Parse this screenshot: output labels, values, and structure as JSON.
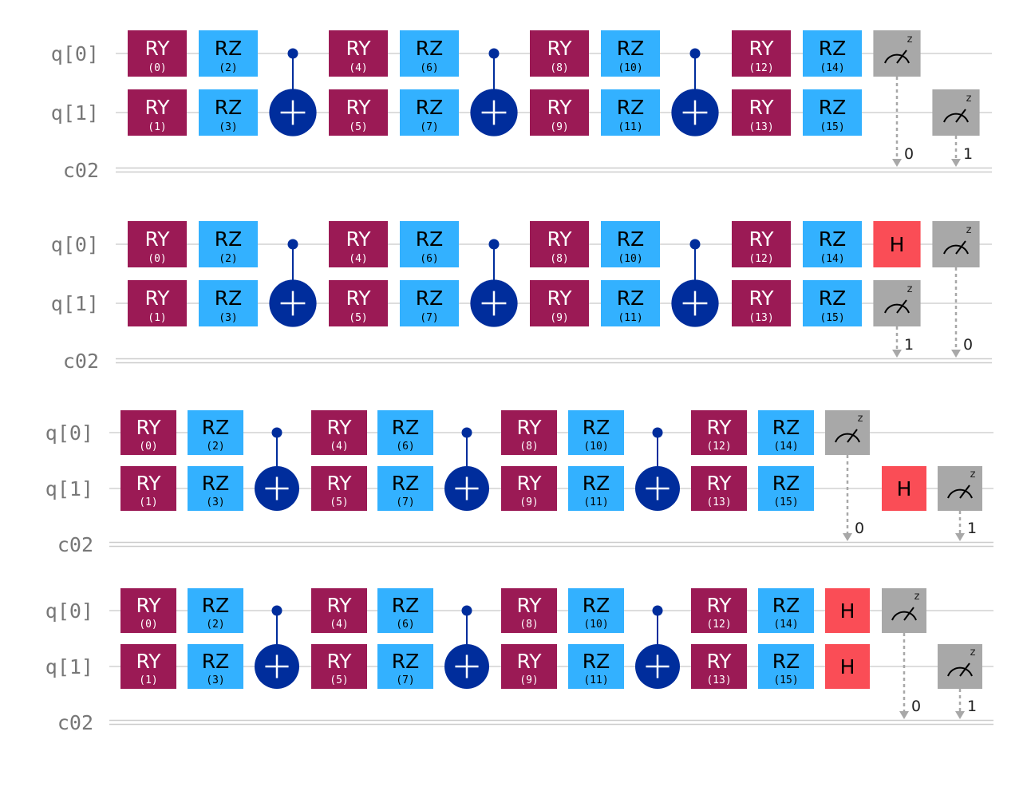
{
  "colors": {
    "ry": "#9b1a55",
    "rz": "#33b1ff",
    "cnot": "#002d9c",
    "h": "#fa4d56",
    "measure": "#a8a8a8",
    "wire": "#dddddd",
    "classical": "#cccccc",
    "gate_text_light": "#ffffff",
    "gate_text_dark": "#000000"
  },
  "icons": {
    "measure": "meter-icon",
    "target": "cnot-target-icon"
  },
  "circuits": [
    {
      "wires": [
        "q[0]",
        "q[1]",
        "c02"
      ],
      "layers": [
        [
          {
            "type": "RY",
            "param": "(0)"
          },
          {
            "type": "RY",
            "param": "(1)"
          }
        ],
        [
          {
            "type": "RZ",
            "param": "(2)"
          },
          {
            "type": "RZ",
            "param": "(3)"
          }
        ],
        [
          {
            "type": "CX"
          }
        ],
        [
          {
            "type": "RY",
            "param": "(4)"
          },
          {
            "type": "RY",
            "param": "(5)"
          }
        ],
        [
          {
            "type": "RZ",
            "param": "(6)"
          },
          {
            "type": "RZ",
            "param": "(7)"
          }
        ],
        [
          {
            "type": "CX"
          }
        ],
        [
          {
            "type": "RY",
            "param": "(8)"
          },
          {
            "type": "RY",
            "param": "(9)"
          }
        ],
        [
          {
            "type": "RZ",
            "param": "(10)"
          },
          {
            "type": "RZ",
            "param": "(11)"
          }
        ],
        [
          {
            "type": "CX"
          }
        ],
        [
          {
            "type": "RY",
            "param": "(12)"
          },
          {
            "type": "RY",
            "param": "(13)"
          }
        ],
        [
          {
            "type": "RZ",
            "param": "(14)"
          },
          {
            "type": "RZ",
            "param": "(15)"
          }
        ],
        [
          {
            "type": "M",
            "qubit": 0,
            "bit": "0"
          }
        ],
        [
          {
            "type": "M",
            "qubit": 1,
            "bit": "1"
          }
        ]
      ]
    },
    {
      "wires": [
        "q[0]",
        "q[1]",
        "c02"
      ],
      "layers": [
        [
          {
            "type": "RY",
            "param": "(0)"
          },
          {
            "type": "RY",
            "param": "(1)"
          }
        ],
        [
          {
            "type": "RZ",
            "param": "(2)"
          },
          {
            "type": "RZ",
            "param": "(3)"
          }
        ],
        [
          {
            "type": "CX"
          }
        ],
        [
          {
            "type": "RY",
            "param": "(4)"
          },
          {
            "type": "RY",
            "param": "(5)"
          }
        ],
        [
          {
            "type": "RZ",
            "param": "(6)"
          },
          {
            "type": "RZ",
            "param": "(7)"
          }
        ],
        [
          {
            "type": "CX"
          }
        ],
        [
          {
            "type": "RY",
            "param": "(8)"
          },
          {
            "type": "RY",
            "param": "(9)"
          }
        ],
        [
          {
            "type": "RZ",
            "param": "(10)"
          },
          {
            "type": "RZ",
            "param": "(11)"
          }
        ],
        [
          {
            "type": "CX"
          }
        ],
        [
          {
            "type": "RY",
            "param": "(12)"
          },
          {
            "type": "RY",
            "param": "(13)"
          }
        ],
        [
          {
            "type": "RZ",
            "param": "(14)"
          },
          {
            "type": "RZ",
            "param": "(15)"
          }
        ],
        [
          {
            "type": "H",
            "qubit": 0
          },
          {
            "type": "M",
            "qubit": 1,
            "bit": "1"
          }
        ],
        [
          {
            "type": "M",
            "qubit": 0,
            "bit": "0"
          }
        ]
      ]
    },
    {
      "wires": [
        "q[0]",
        "q[1]",
        "c02"
      ],
      "layers": [
        [
          {
            "type": "RY",
            "param": "(0)"
          },
          {
            "type": "RY",
            "param": "(1)"
          }
        ],
        [
          {
            "type": "RZ",
            "param": "(2)"
          },
          {
            "type": "RZ",
            "param": "(3)"
          }
        ],
        [
          {
            "type": "CX"
          }
        ],
        [
          {
            "type": "RY",
            "param": "(4)"
          },
          {
            "type": "RY",
            "param": "(5)"
          }
        ],
        [
          {
            "type": "RZ",
            "param": "(6)"
          },
          {
            "type": "RZ",
            "param": "(7)"
          }
        ],
        [
          {
            "type": "CX"
          }
        ],
        [
          {
            "type": "RY",
            "param": "(8)"
          },
          {
            "type": "RY",
            "param": "(9)"
          }
        ],
        [
          {
            "type": "RZ",
            "param": "(10)"
          },
          {
            "type": "RZ",
            "param": "(11)"
          }
        ],
        [
          {
            "type": "CX"
          }
        ],
        [
          {
            "type": "RY",
            "param": "(12)"
          },
          {
            "type": "RY",
            "param": "(13)"
          }
        ],
        [
          {
            "type": "RZ",
            "param": "(14)"
          },
          {
            "type": "RZ",
            "param": "(15)"
          }
        ],
        [
          {
            "type": "M",
            "qubit": 0,
            "bit": "0"
          }
        ],
        [
          {
            "type": "H",
            "qubit": 1
          }
        ],
        [
          {
            "type": "M",
            "qubit": 1,
            "bit": "1"
          }
        ]
      ]
    },
    {
      "wires": [
        "q[0]",
        "q[1]",
        "c02"
      ],
      "layers": [
        [
          {
            "type": "RY",
            "param": "(0)"
          },
          {
            "type": "RY",
            "param": "(1)"
          }
        ],
        [
          {
            "type": "RZ",
            "param": "(2)"
          },
          {
            "type": "RZ",
            "param": "(3)"
          }
        ],
        [
          {
            "type": "CX"
          }
        ],
        [
          {
            "type": "RY",
            "param": "(4)"
          },
          {
            "type": "RY",
            "param": "(5)"
          }
        ],
        [
          {
            "type": "RZ",
            "param": "(6)"
          },
          {
            "type": "RZ",
            "param": "(7)"
          }
        ],
        [
          {
            "type": "CX"
          }
        ],
        [
          {
            "type": "RY",
            "param": "(8)"
          },
          {
            "type": "RY",
            "param": "(9)"
          }
        ],
        [
          {
            "type": "RZ",
            "param": "(10)"
          },
          {
            "type": "RZ",
            "param": "(11)"
          }
        ],
        [
          {
            "type": "CX"
          }
        ],
        [
          {
            "type": "RY",
            "param": "(12)"
          },
          {
            "type": "RY",
            "param": "(13)"
          }
        ],
        [
          {
            "type": "RZ",
            "param": "(14)"
          },
          {
            "type": "RZ",
            "param": "(15)"
          }
        ],
        [
          {
            "type": "H",
            "qubit": 0
          },
          {
            "type": "H",
            "qubit": 1
          }
        ],
        [
          {
            "type": "M",
            "qubit": 0,
            "bit": "0"
          }
        ],
        [
          {
            "type": "M",
            "qubit": 1,
            "bit": "1"
          }
        ]
      ]
    }
  ]
}
